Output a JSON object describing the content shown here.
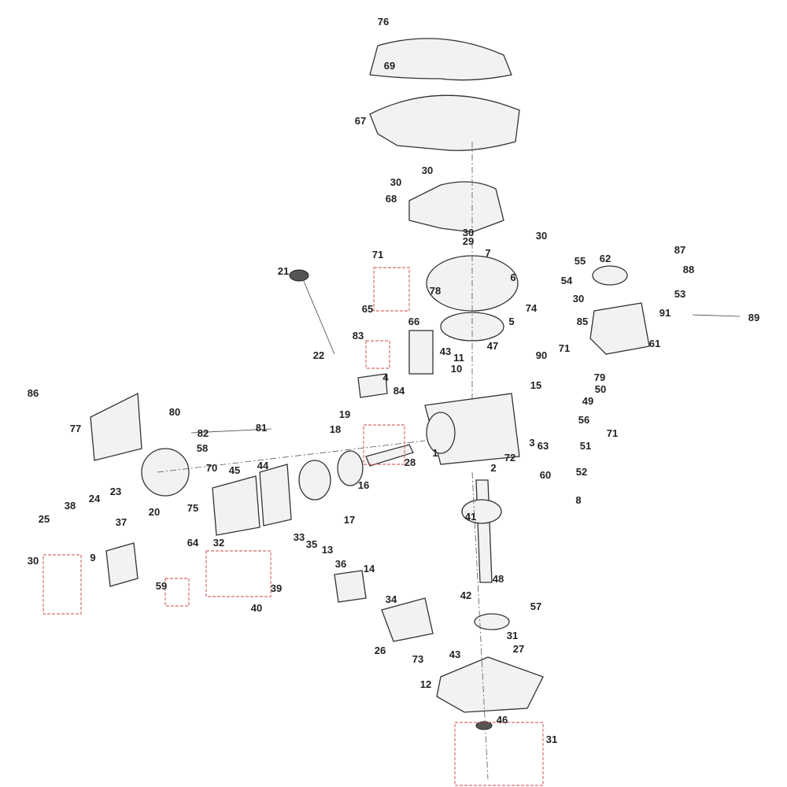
{
  "title": "Engine exploded parts diagram",
  "part_labels": [
    "76",
    "69",
    "67",
    "30",
    "30",
    "68",
    "30",
    "30",
    "29",
    "7",
    "71",
    "55",
    "62",
    "87",
    "88",
    "6",
    "21",
    "54",
    "53",
    "78",
    "65",
    "30",
    "74",
    "5",
    "85",
    "91",
    "89",
    "66",
    "83",
    "43",
    "47",
    "61",
    "22",
    "11",
    "10",
    "90",
    "71",
    "15",
    "79",
    "50",
    "49",
    "4",
    "84",
    "86",
    "80",
    "81",
    "19",
    "18",
    "82",
    "56",
    "71",
    "77",
    "3",
    "63",
    "51",
    "1",
    "58",
    "44",
    "70",
    "45",
    "72",
    "2",
    "28",
    "60",
    "52",
    "16",
    "23",
    "24",
    "38",
    "8",
    "20",
    "75",
    "17",
    "37",
    "25",
    "41",
    "64",
    "32",
    "33",
    "35",
    "13",
    "9",
    "30",
    "36",
    "14",
    "39",
    "59",
    "48",
    "42",
    "40",
    "57",
    "34",
    "31",
    "27",
    "43",
    "26",
    "73",
    "12",
    "46",
    "31"
  ]
}
